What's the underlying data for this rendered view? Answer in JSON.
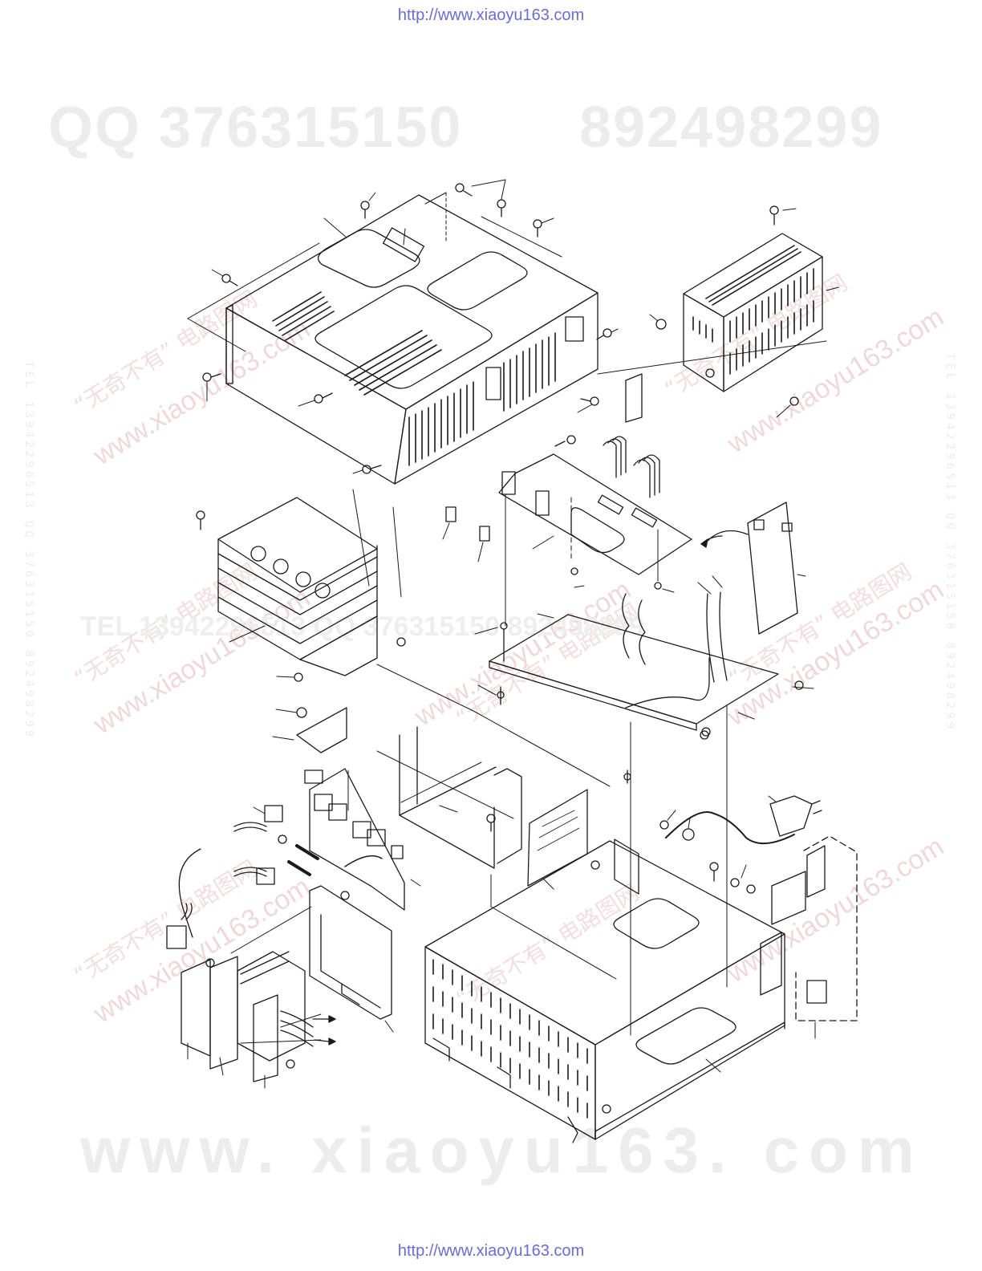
{
  "header": {
    "url": "http://www.xiaoyu163.com"
  },
  "footer": {
    "url": "http://www.xiaoyu163.com"
  },
  "watermarks": {
    "qq_line": "QQ 376315150",
    "number_line": "892498299",
    "site_line": "www. xiaoyu163. com",
    "diagonal_site": "www.xiaoyu163.com",
    "diagonal_cn": "“无奇不有” 电路图网",
    "mid_line": "TEL 13942296513  QQ 376315150  892498299",
    "side_text": "TEL 13942296513  QQ 376315150  892498299"
  },
  "colors": {
    "line": "#1a1a1a",
    "url": "#6b6bd6",
    "watermark": "#ececec"
  }
}
